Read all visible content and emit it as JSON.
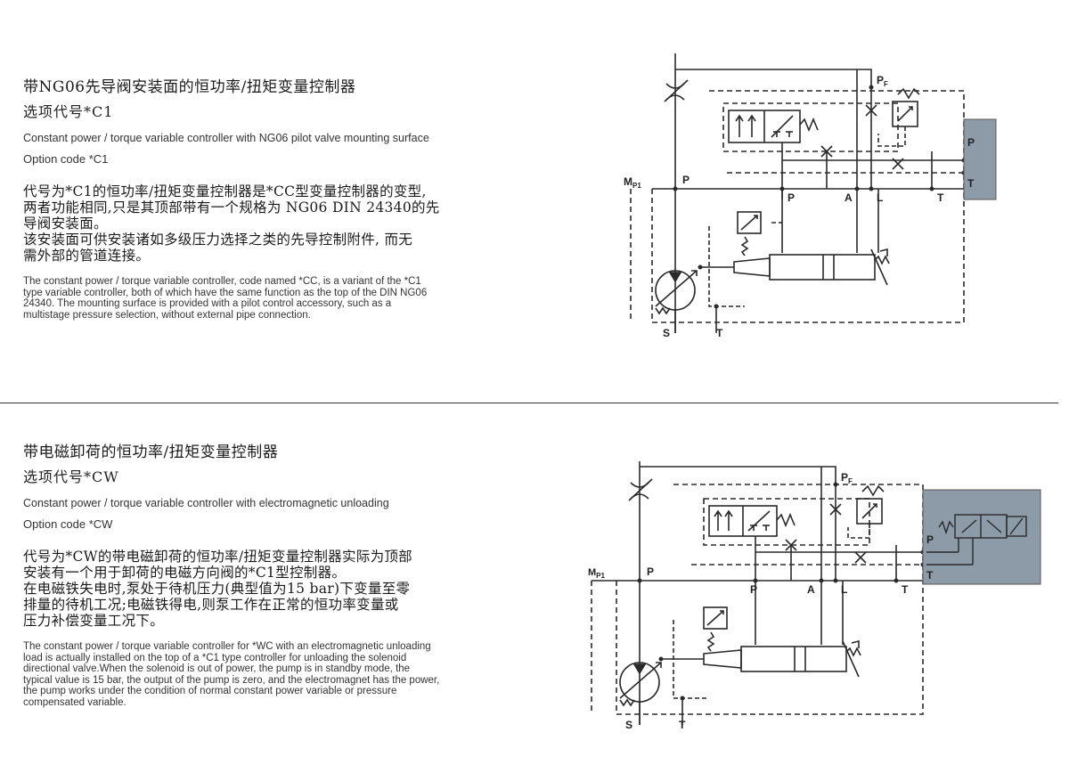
{
  "section1": {
    "cn_title": "带NG06先导阀安装面的恒功率/扭矩变量控制器",
    "cn_code": "选项代号*C1",
    "en_title": "Constant power / torque variable controller with NG06 pilot valve mounting surface",
    "en_code": "Option code *C1",
    "cn_body": [
      "代号为*C1的恒功率/扭矩变量控制器是*CC型变量控制器的变型,",
      "两者功能相同,只是其顶部带有一个规格为 NG06 DIN 24340的先",
      "导阀安装面。",
      "该安装面可供安装诸如多级压力选择之类的先导控制附件,   而无",
      "需外部的管道连接。"
    ],
    "en_body": [
      "The constant power / torque variable controller, code named *CC, is a variant of the *C1",
      "type variable controller, both of which have the same function as the top of the DIN NG06",
      "24340. The mounting surface is provided with a pilot control accessory, such as a",
      "multistage pressure selection, without external pipe connection."
    ],
    "diagram_labels": {
      "pf": "P",
      "pf_sub": "F",
      "mp1": "M",
      "mp1_sub": "P1",
      "p_left": "P",
      "p_right": "P",
      "p_lower": "P",
      "a": "A",
      "l": "L",
      "t_right": "T",
      "t_lower": "T",
      "s": "S",
      "t_bottom": "T"
    }
  },
  "section2": {
    "cn_title": "带电磁卸荷的恒功率/扭矩变量控制器",
    "cn_code": "选项代号*CW",
    "en_title": "Constant power / torque variable controller with electromagnetic unloading",
    "en_code": "Option code *CW",
    "cn_body": [
      "代号为*CW的带电磁卸荷的恒功率/扭矩变量控制器实际为顶部",
      "安装有一个用于卸荷的电磁方向阀的*C1型控制器。",
      "在电磁铁失电时,泵处于待机压力(典型值为15 bar)下变量至零",
      "排量的待机工况;电磁铁得电,则泵工作在正常的恒功率变量或",
      "压力补偿变量工况下。"
    ],
    "en_body": [
      "The constant power / torque variable controller for *WC with an electromagnetic unloading",
      "load is actually installed on the top of a *C1 type controller for unloading the solenoid",
      "directional valve.When the solenoid is out of power, the pump is in standby mode, the",
      "typical value is 15 bar, the output of the pump is zero, and the electromagnet has the power,",
      "the pump works under the condition of normal constant power variable or pressure",
      "compensated variable."
    ],
    "diagram_labels": {
      "pf": "P",
      "pf_sub": "F",
      "mp1": "M",
      "mp1_sub": "P1",
      "p_left": "P",
      "p_right": "P",
      "p_lower": "P",
      "a": "A",
      "l": "L",
      "t_right": "T",
      "t_lower": "T",
      "s": "S",
      "t_bottom": "T"
    }
  },
  "colors": {
    "accent_block": "#8d9aa8",
    "line": "#2a2a2a"
  }
}
